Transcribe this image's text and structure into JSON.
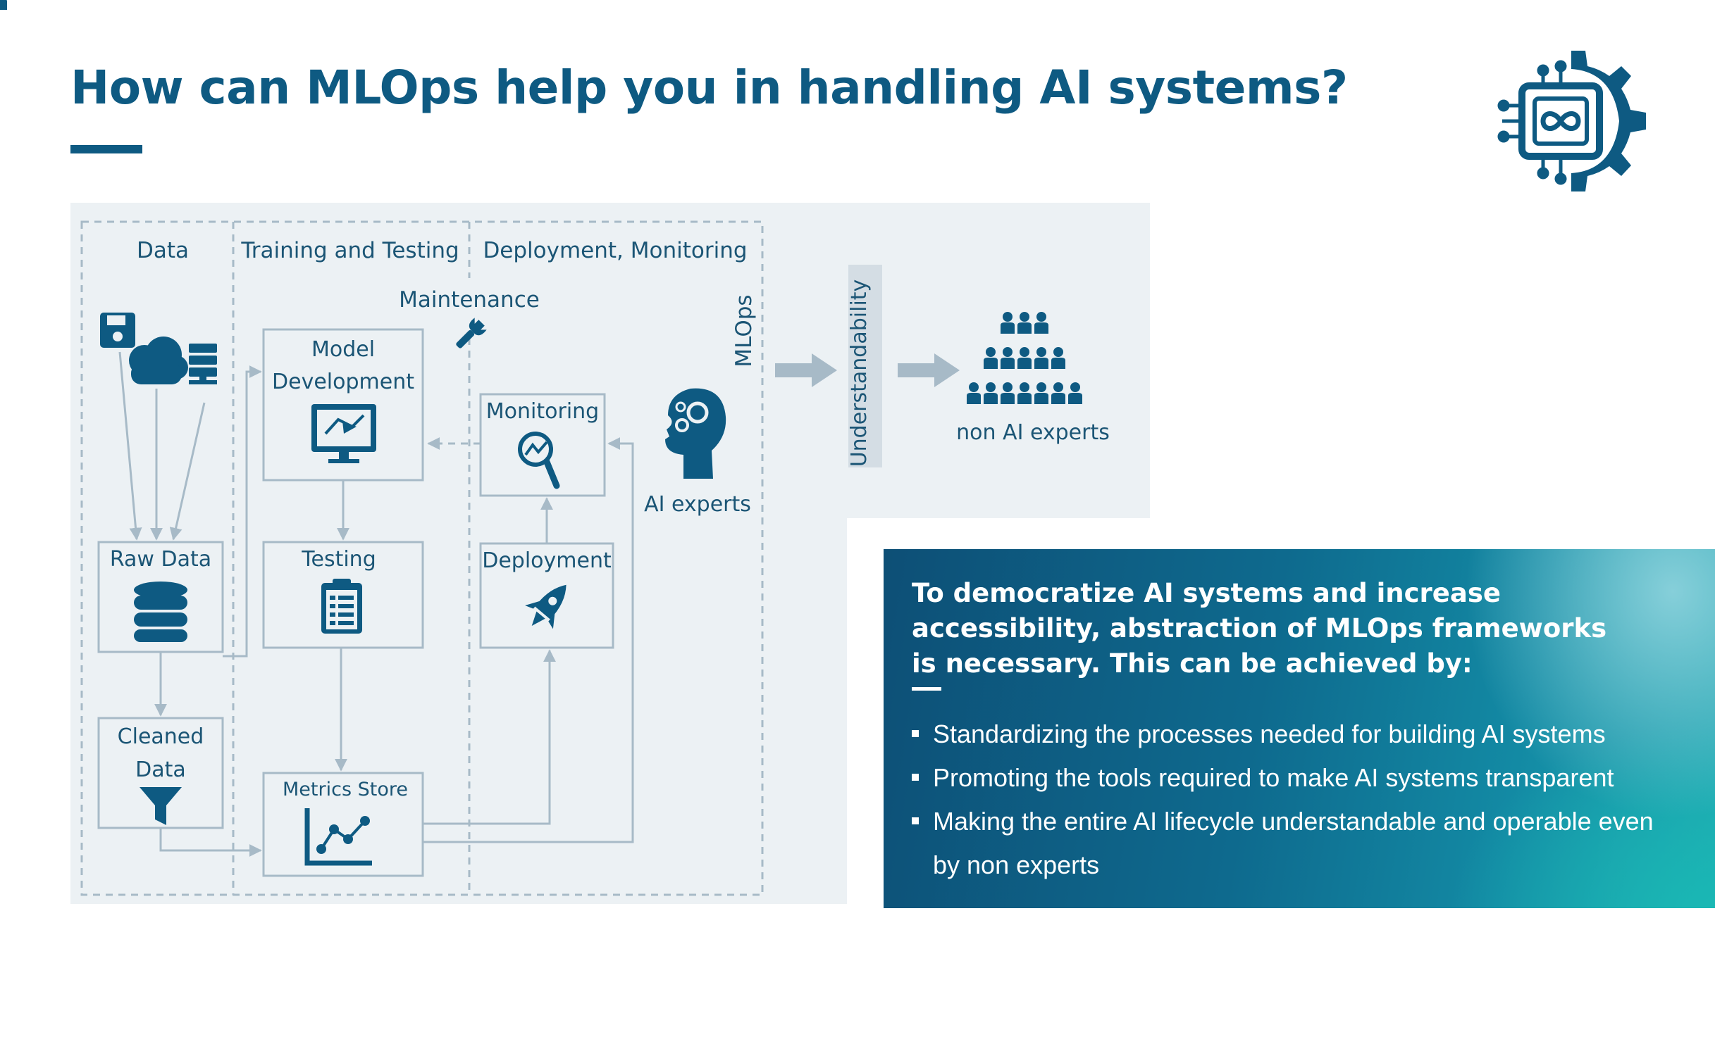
{
  "title": "How can MLOps help you in handling AI systems?",
  "logo_icon": "mlops-gear-chip-infinity-icon",
  "colors": {
    "brand": "#0e5a82",
    "panel": "#ecf1f4",
    "line": "#a7bac7",
    "info_gradient_start": "#0d4f76",
    "info_gradient_end": "#19b9b4"
  },
  "diagram": {
    "columns": {
      "data": "Data",
      "training": "Training and Testing",
      "deployment": "Deployment, Monitoring"
    },
    "maintenance": "Maintenance",
    "mlops_label": "MLOps",
    "understandability_label": "Understandability",
    "nodes": {
      "model_development_line1": "Model",
      "model_development_line2": "Development",
      "monitoring": "Monitoring",
      "raw_data": "Raw Data",
      "testing": "Testing",
      "deployment": "Deployment",
      "cleaned_data_line1": "Cleaned",
      "cleaned_data_line2": "Data",
      "metrics_store": "Metrics Store"
    },
    "ai_experts": "AI experts",
    "non_ai_experts": "non AI experts"
  },
  "info": {
    "heading": "To democratize AI systems and increase accessibility, abstraction of MLOps frameworks is necessary. This can be achieved by:",
    "bullets": [
      "Standardizing the processes needed for building AI systems",
      "Promoting the tools required to make AI systems transparent",
      "Making the entire AI lifecycle understandable and operable even by non experts"
    ]
  }
}
